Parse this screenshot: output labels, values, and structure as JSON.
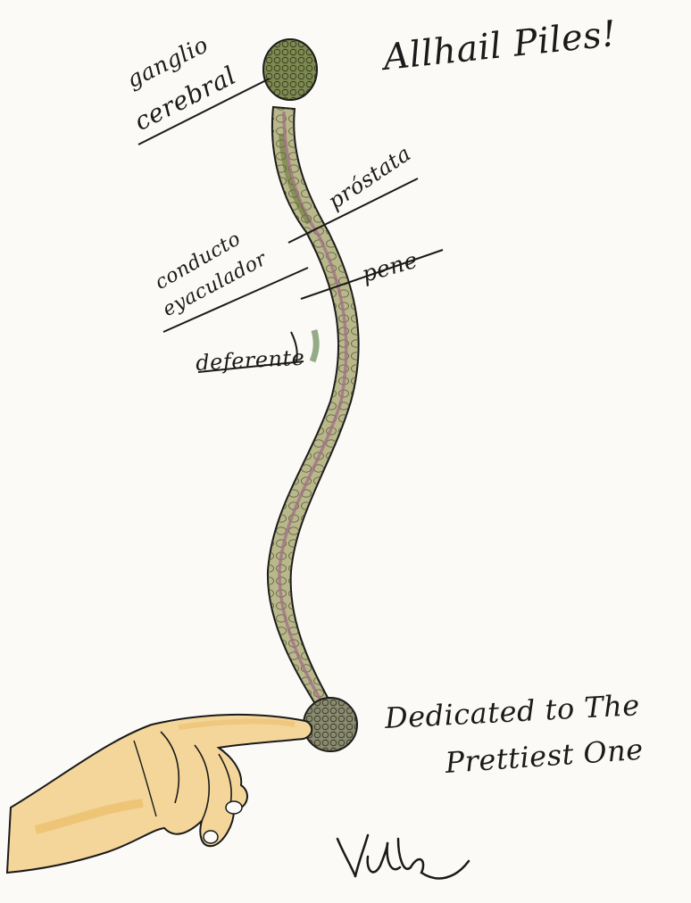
{
  "drawing": {
    "title": "Allhail Piles!",
    "dedication": {
      "line1": "Dedicated to The",
      "line2": "Prettiest One"
    },
    "signature": "Velulle",
    "labels": {
      "ganglio": "ganglio",
      "cerebral": "cerebral",
      "prostata": "próstata",
      "conducto": "conducto",
      "eyaculador": "eyaculador",
      "pene": "pene",
      "deferente": "deferente"
    }
  },
  "colors": {
    "paper": "#fbfaf6",
    "ink": "#1a1a1a",
    "body_fill": "#b9b88a",
    "body_shade": "#8f8f6a",
    "canal": "#a06f86",
    "head_fill": "#7e8a52",
    "skin": "#f4d69a",
    "skin_shade": "#e9b860"
  }
}
